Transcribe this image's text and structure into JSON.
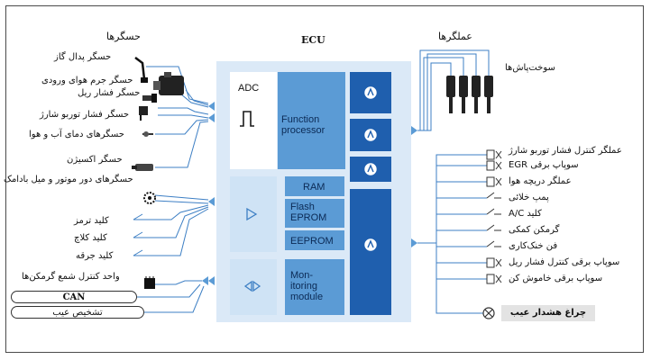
{
  "header": {
    "sensors_title": "حسگرها",
    "ecu_title": "ECU",
    "actuators_title": "عملگرها"
  },
  "sensors": [
    "حسگر پدال گاز",
    "حسگر جرم هوای ورودی",
    "حسگر فشار ریل",
    "حسگر فشار توربو شارژ",
    "حسگرهای دمای آب و هوا",
    "حسگر اکسیژن",
    "حسگرهای دور موتور و میل بادامک",
    "کلید ترمز",
    "کلید کلاچ",
    "کلید جرقه",
    "واحد کنترل شمع گرمکن‌ها"
  ],
  "bus": {
    "can": "CAN",
    "diagnosis": "تشخیص عیب"
  },
  "ecu_blocks": {
    "adc": "ADC",
    "function_processor": [
      "Function",
      "processor"
    ],
    "ram": "RAM",
    "flash_eprom": [
      "Flash",
      "EPROM"
    ],
    "eeprom": "EEPROM",
    "monitoring_module": [
      "Mon-",
      "itoring",
      "module"
    ]
  },
  "actuators": {
    "injectors": "سوخت‌پاش‌ها",
    "items": [
      "عملگر کنترل فشار توربو شارژ",
      "سوپاپ برقی EGR",
      "عملگر دریچه هوا",
      "پمپ خلائی",
      "کلید A/C",
      "گرمکن کمکی",
      "فن خنک‌کاری",
      "سوپاپ برقی کنترل فشار ریل",
      "سوپاپ برقی خاموش کن"
    ],
    "warning_lamp": "چراغ هشدار عیب"
  },
  "colors": {
    "light_blue": "#cfe3f5",
    "mid_blue": "#5b9bd5",
    "dark_blue": "#1f5fae",
    "line_blue": "#3d7fc4",
    "frame": "#4a4a4a"
  }
}
